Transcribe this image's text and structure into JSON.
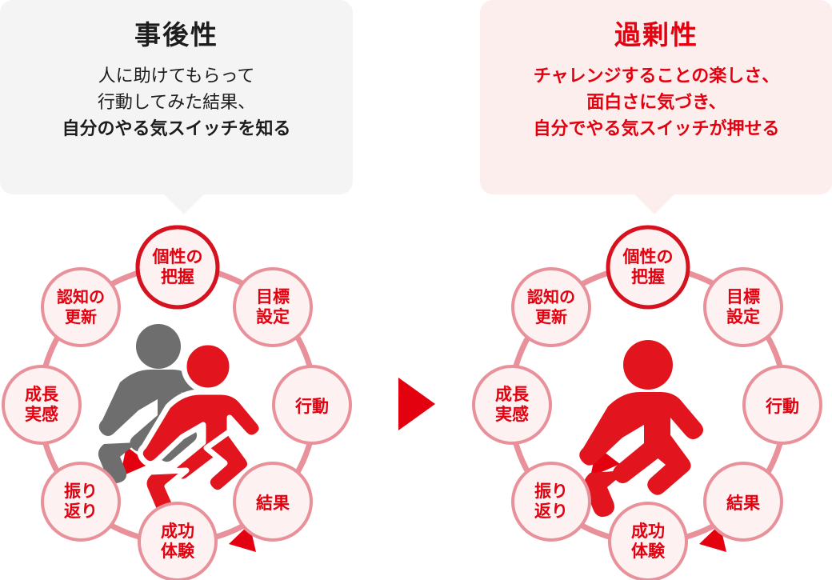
{
  "panels": [
    {
      "id": "after-the-fact",
      "title": "事後性",
      "lines": [
        {
          "text": "人に助けてもらって",
          "bold": false
        },
        {
          "text": "行動してみた結果、",
          "bold": false
        },
        {
          "text": "自分のやる気スイッチを知る",
          "bold": true
        }
      ],
      "bg_color": "#f4f4f4",
      "text_color": "#1c1c1c"
    },
    {
      "id": "excessiveness",
      "title": "過剰性",
      "lines": [
        {
          "text": "チャレンジすることの楽しさ、",
          "bold": true
        },
        {
          "text": "面白さに気づき、",
          "bold": true
        },
        {
          "text": "自分でやる気スイッチが押せる",
          "bold": true
        }
      ],
      "bg_color": "#fdeeee",
      "text_color": "#e3000f"
    }
  ],
  "transition_arrow": {
    "name": "right-triangle-arrow",
    "color": "#e3000f"
  },
  "cycle": {
    "nodes": [
      {
        "key": "kosei",
        "lines": [
          "個性の",
          "把握"
        ],
        "highlight": true
      },
      {
        "key": "mokuhyou",
        "lines": [
          "目標",
          "設定"
        ],
        "highlight": false
      },
      {
        "key": "koudou",
        "lines": [
          "行動"
        ],
        "highlight": false
      },
      {
        "key": "kekka",
        "lines": [
          "結果"
        ],
        "highlight": false
      },
      {
        "key": "seikou",
        "lines": [
          "成功",
          "体験"
        ],
        "highlight": false
      },
      {
        "key": "furikaeri",
        "lines": [
          "振り",
          "返り"
        ],
        "highlight": false
      },
      {
        "key": "seichou",
        "lines": [
          "成長",
          "実感"
        ],
        "highlight": false
      },
      {
        "key": "ninchi",
        "lines": [
          "認知の",
          "更新"
        ],
        "highlight": false
      }
    ],
    "ring_color": "#e8919a",
    "node_fill": "#fdf1f1",
    "node_border": "#e8919a",
    "highlight_border": "#d6121f",
    "label_color": "#e3000f",
    "arrow_color": "#e3000f"
  },
  "figures": {
    "left": [
      {
        "name": "gray-running-person",
        "color": "#6e6e6e"
      },
      {
        "name": "red-running-person",
        "color": "#e2151f"
      }
    ],
    "right": [
      {
        "name": "red-running-person",
        "color": "#e2151f"
      }
    ]
  }
}
